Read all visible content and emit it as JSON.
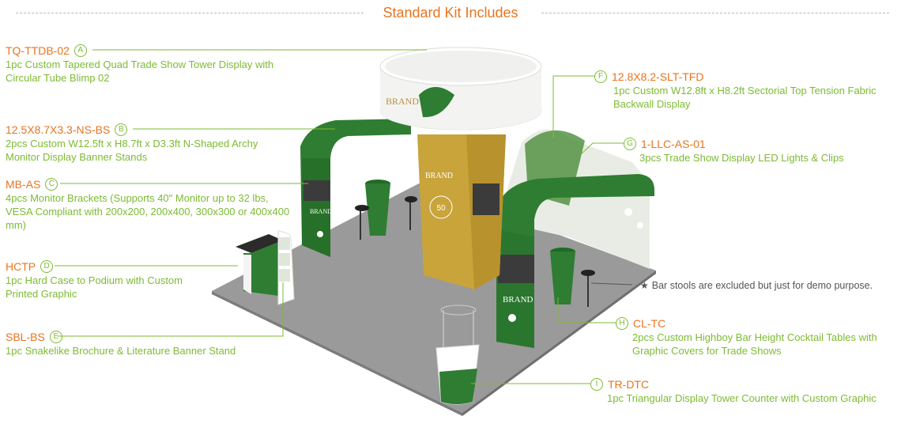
{
  "header": {
    "title": "Standard Kit Includes"
  },
  "colors": {
    "accent": "#e8741d",
    "green": "#7dbb33",
    "booth_green": "#2e7d32",
    "gold": "#c9a43b"
  },
  "items": {
    "a": {
      "code": "TQ-TTDB-02",
      "badge": "A",
      "desc": "1pc Custom Tapered Quad Trade Show Tower Display with Circular Tube Blimp 02"
    },
    "b": {
      "code": "12.5X8.7X3.3-NS-BS",
      "badge": "B",
      "desc": "2pcs Custom W12.5ft x H8.7ft x D3.3ft N-Shaped Archy Monitor Display Banner Stands"
    },
    "c": {
      "code": "MB-AS",
      "badge": "C",
      "desc": "4pcs Monitor Brackets (Supports 40\" Monitor up to 32 lbs, VESA Compliant with 200x200, 200x400, 300x300 or 400x400 mm)"
    },
    "d": {
      "code": "HCTP",
      "badge": "D",
      "desc": "1pc Hard Case to Podium with Custom Printed Graphic"
    },
    "e": {
      "code": "SBL-BS",
      "badge": "E",
      "desc": "1pc Snakelike Brochure & Literature Banner Stand"
    },
    "f": {
      "code": "12.8X8.2-SLT-TFD",
      "badge": "F",
      "desc": "1pc Custom W12.8ft x H8.2ft Sectorial Top Tension Fabric Backwall Display"
    },
    "g": {
      "code": "1-LLC-AS-01",
      "badge": "G",
      "desc": "3pcs Trade Show Display LED Lights & Clips"
    },
    "h": {
      "code": "CL-TC",
      "badge": "H",
      "desc": "2pcs Custom Highboy Bar Height Cocktail Tables with Graphic Covers for Trade Shows"
    },
    "i": {
      "code": "TR-DTC",
      "badge": "I",
      "desc": "1pc Triangular Display Tower Counter with Custom Graphic"
    }
  },
  "note": {
    "text": "Bar stools are excluded but just for demo purpose."
  },
  "booth": {
    "brand": "BRAND",
    "number": "50"
  }
}
